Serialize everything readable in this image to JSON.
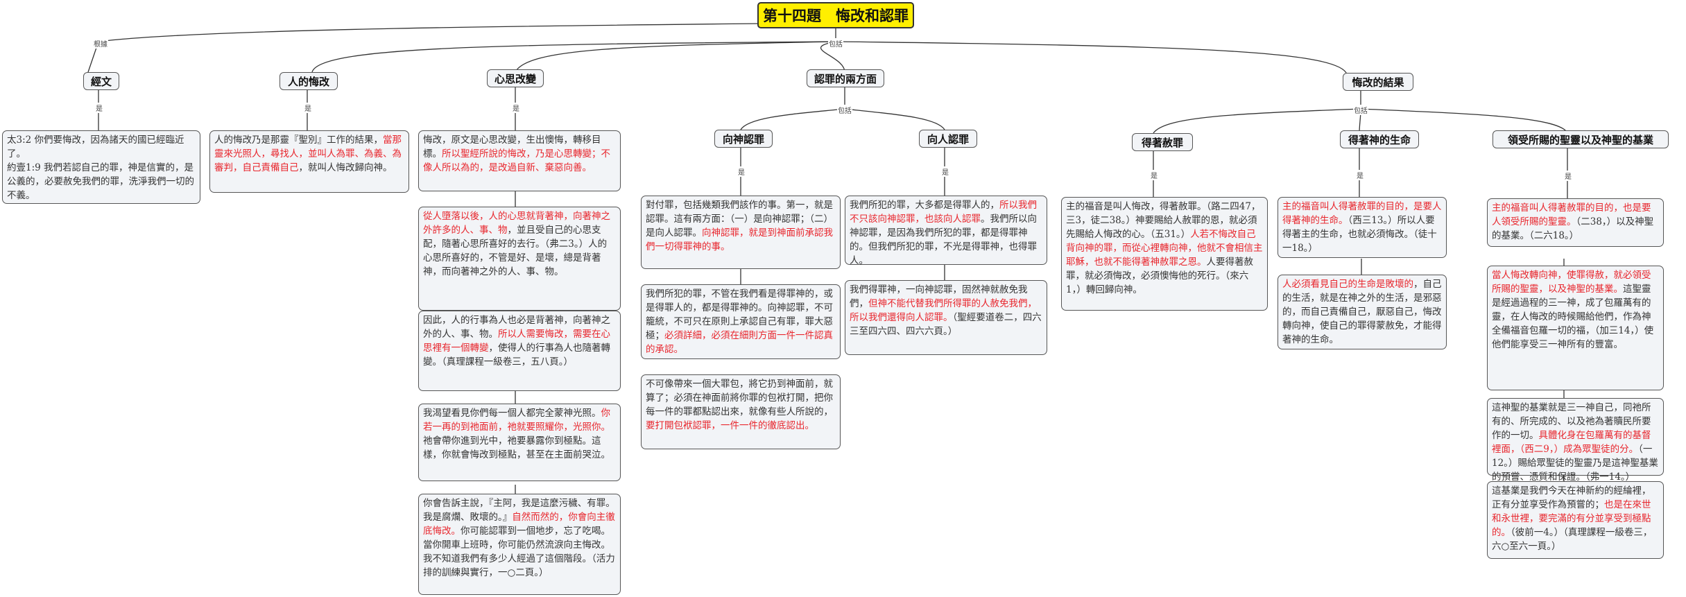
{
  "root": {
    "title": "第十四題　悔改和認罪"
  },
  "edge_labels": {
    "basis": "根據",
    "includes": "包括",
    "is": "是"
  },
  "topics": {
    "scripture": "經文",
    "human_repentance": "人的悔改",
    "heart_change": "心思改變",
    "two_aspects": "認罪的兩方面",
    "results": "悔改的結果",
    "toward_god": "向神認罪",
    "toward_man": "向人認罪",
    "forgiveness": "得著赦罪",
    "life": "得著神的生命",
    "inheritance": "領受所賜的聖靈以及神聖的基業"
  },
  "colors": {
    "root_fill": "#ffef00",
    "node_fill": "#f2f4f7",
    "highlight": "#e8262d",
    "text": "#333333"
  },
  "notes": {
    "n1": [
      {
        "t": "太3:2  你們要悔改，因為諸天的國已經臨近了。\n約壹1:9  我們若認自己的罪，神是信實的，是公義的，必要赦免我們的罪，洗淨我們一切的不義。"
      }
    ],
    "n2": [
      {
        "t": "人的悔改乃是那靈『聖別』工作的結果，"
      },
      {
        "t": "當那靈來光照人，尋找人，並叫人為罪、為義、為審判，自己責備自己",
        "r": true
      },
      {
        "t": "，就叫人悔改歸向神。"
      }
    ],
    "n3": [
      {
        "t": "悔改，原文是心思改變，生出懊悔，轉移目標。"
      },
      {
        "t": "所以聖經所說的悔改，乃是心思轉變；不像人所以為的，是改過自新、棄惡向善。",
        "r": true
      }
    ],
    "n4": [
      {
        "t": "從人墮落以後，人的心思就背著神，向著神之外許多的人、事、物",
        "r": true
      },
      {
        "t": "，並且受自己的心思支配，隨著心思所喜好的去行。（弗二3。）人的心思所喜好的，不管是好、是壞，總是背著神，而向著神之外的人、事、物。"
      }
    ],
    "n5": [
      {
        "t": "因此，人的行事為人也必是背著神，向著神之外的人、事、物。"
      },
      {
        "t": "所以人需要悔改，需要在心思裡有一個轉變",
        "r": true
      },
      {
        "t": "，使得人的行事為人也隨著轉變。（真理課程一級卷三，五八頁。）"
      }
    ],
    "n6": [
      {
        "t": "我渴望看見你們每一個人都完全蒙神光照。"
      },
      {
        "t": "你若一再的到祂面前，祂就要照耀你，光照你。",
        "r": true
      },
      {
        "t": "祂會帶你進到光中，祂要暴露你到極點。這樣，你就會悔改到極點，甚至在主面前哭泣。"
      }
    ],
    "n7": [
      {
        "t": "你會告訴主說，『主阿，我是這麼污穢、有罪。我是腐爛、敗壞的。』"
      },
      {
        "t": "自然而然的，你會向主徹底悔改。",
        "r": true
      },
      {
        "t": "你可能認罪到一個地步，忘了吃喝。當你開車上班時，你可能仍然流淚向主悔改。我不知道我們有多少人經過了這個階段。（活力排的訓練與實行，一○二頁。）"
      }
    ],
    "n8": [
      {
        "t": "對付罪，包括幾類我們該作的事。第一，就是認罪。這有兩方面：（一）是向神認罪；（二）是向人認罪。"
      },
      {
        "t": "向神認罪，就是到神面前承認我們一切得罪神的事。",
        "r": true
      }
    ],
    "n9": [
      {
        "t": "我們所犯的罪，不管在我們看是得罪神的，或是得罪人的，都是得罪神的。向神認罪，不可籠統，不可只在原則上承認自己有罪，罪大惡極；"
      },
      {
        "t": "必須詳細，必須在細則方面一件一件認真的承認。",
        "r": true
      }
    ],
    "n10": [
      {
        "t": "不可像帶來一個大罪包，將它扔到神面前，就算了；必須在神面前將你罪的包袱打開，把你每一件的罪都點認出來，就像有些人所說的，"
      },
      {
        "t": "要打開包袱認罪，一件一件的徹底認出。",
        "r": true
      }
    ],
    "n11": [
      {
        "t": "我們所犯的罪，大多都是得罪人的，"
      },
      {
        "t": "所以我們不只該向神認罪，也該向人認罪",
        "r": true
      },
      {
        "t": "。我們所以向神認罪，是因為我們所犯的罪，都是得罪神的。但我們所犯的罪，不光是得罪神，也得罪人。"
      }
    ],
    "n12": [
      {
        "t": "我們得罪神，一向神認罪，固然神就赦免我們，"
      },
      {
        "t": "但神不能代替我們所得罪的人赦免我們，所以我們還得向人認罪。",
        "r": true
      },
      {
        "t": "（聖經要道卷二，四六三至四六四、四六六頁。）"
      }
    ],
    "n13": [
      {
        "t": "主的福音是叫人悔改，得著赦罪。（路二四47，三3，徒二38。）神要賜給人赦罪的恩，就必須先賜給人悔改的心。（五31。）"
      },
      {
        "t": "人若不悔改自己背向神的罪，而從心裡轉向神，他就不會相信主耶穌，也就不能得著神赦罪之恩。",
        "r": true
      },
      {
        "t": "人要得著赦罪，就必須悔改，必須懊悔他的死行。（來六1，）轉回歸向神。"
      }
    ],
    "n14": [
      {
        "t": "主的福音叫人得著赦罪的目的，是要人得著神的生命。",
        "r": true
      },
      {
        "t": "（西三13。）所以人要得著主的生命，也就必須悔改。（徒十一18。）"
      }
    ],
    "n15": [
      {
        "t": "人必須看見自己的生命是敗壞的",
        "r": true
      },
      {
        "t": "，自己的生活，就是在神之外的生活，是邪惡的，而自己責備自己，厭惡自己，悔改轉向神，使自己的罪得蒙赦免，才能得著神的生命。"
      }
    ],
    "n16": [
      {
        "t": "主的福音叫人得著赦罪的目的，也是要人領受所賜的聖靈。",
        "r": true
      },
      {
        "t": "（二38，）以及神聖的基業。（二六18。）"
      }
    ],
    "n17": [
      {
        "t": "當人悔改轉向神，使罪得赦，就必領受所賜的聖靈，以及神聖的基業。",
        "r": true
      },
      {
        "t": "這聖靈是經過過程的三一神，成了包羅萬有的靈，在人悔改的時候賜給他們，作為神全備福音包羅一切的福，（加三14，）使他們能享受三一神所有的豐富。"
      }
    ],
    "n18": [
      {
        "t": "這神聖的基業就是三一神自己，同祂所有的、所完成的、以及祂為著贖民所要作的一切。"
      },
      {
        "t": "具體化身在包羅萬有的基督裡面，（西二9，）成為眾聖徒的分。",
        "r": true
      },
      {
        "t": "（一12。）賜給眾聖徒的聖靈乃是這神聖基業的預嘗、憑質和保證。（弗一14。）"
      }
    ],
    "n19": [
      {
        "t": "這基業是我們今天在神新約的經綸裡，正有分並享受作為預嘗的；"
      },
      {
        "t": "也是在來世和永世裡，要完滿的有分並享受到極點的。",
        "r": true
      },
      {
        "t": "（彼前一4。）（真理課程一級卷三，六○至六一頁。）"
      }
    ]
  }
}
